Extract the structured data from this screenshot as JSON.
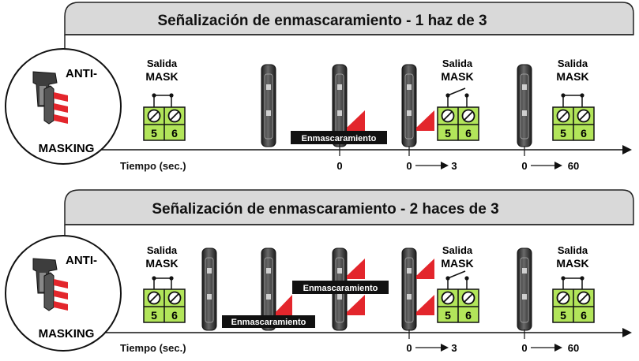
{
  "panel1": {
    "title": "Señalización de enmascaramiento - 1 haz de 3",
    "badge": {
      "line1": "ANTI-",
      "line2": "MASKING"
    },
    "time_label": "Tiempo (sec.)",
    "salida1": {
      "line1": "Salida",
      "line2": "MASK",
      "t1": "5",
      "t2": "6"
    },
    "salida2": {
      "line1": "Salida",
      "line2": "MASK",
      "t1": "5",
      "t2": "6"
    },
    "salida3": {
      "line1": "Salida",
      "line2": "MASK",
      "t1": "5",
      "t2": "6"
    },
    "mask_label": "Enmascaramiento",
    "tick_0": "0",
    "tick_b_start": "0",
    "tick_b_end": "3",
    "tick_c_start": "0",
    "tick_c_end": "60"
  },
  "panel2": {
    "title": "Señalización de enmascaramiento - 2 haces de 3",
    "badge": {
      "line1": "ANTI-",
      "line2": "MASKING"
    },
    "time_label": "Tiempo (sec.)",
    "salida1": {
      "line1": "Salida",
      "line2": "MASK",
      "t1": "5",
      "t2": "6"
    },
    "salida2": {
      "line1": "Salida",
      "line2": "MASK",
      "t1": "5",
      "t2": "6"
    },
    "salida3": {
      "line1": "Salida",
      "line2": "MASK",
      "t1": "5",
      "t2": "6"
    },
    "mask_label_a": "Enmascaramiento",
    "mask_label_b": "Enmascaramiento",
    "tick_b_start": "0",
    "tick_b_end": "3",
    "tick_c_start": "0",
    "tick_c_end": "60"
  },
  "colors": {
    "header_gray": "#d9d9d9",
    "terminal_green": "#b2e55a",
    "sensor_dark": "#3a3a3a",
    "mask_red": "#e3262c"
  }
}
